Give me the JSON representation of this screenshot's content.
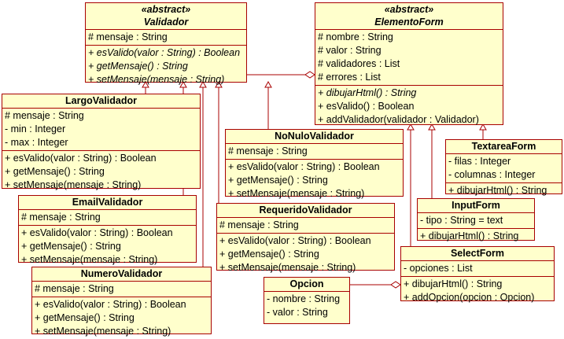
{
  "classes": {
    "validador": {
      "stereotype": "«abstract»",
      "name": "Validador",
      "attributes": [
        "# mensaje : String"
      ],
      "operations": [
        "+ esValido(valor : String) : Boolean",
        "+ getMensaje() : String",
        "+ setMensaje(mensaje : String)"
      ]
    },
    "elementoForm": {
      "stereotype": "«abstract»",
      "name": "ElementoForm",
      "attributes": [
        "# nombre : String",
        "# valor : String",
        "# validadores : List",
        "# errores : List"
      ],
      "operations": [
        "+ dibujarHtml() : String",
        "+ esValido() : Boolean",
        "+ addValidador(validador : Validador)"
      ]
    },
    "largo": {
      "name": "LargoValidador",
      "attributes": [
        "# mensaje : String",
        "- min : Integer",
        "- max : Integer"
      ],
      "operations": [
        "+ esValido(valor : String) : Boolean",
        "+ getMensaje() : String",
        "+ setMensaje(mensaje : String)"
      ]
    },
    "email": {
      "name": "EmailValidador",
      "attributes": [
        "# mensaje : String"
      ],
      "operations": [
        "+ esValido(valor : String) : Boolean",
        "+ getMensaje() : String",
        "+ setMensaje(mensaje : String)"
      ]
    },
    "numero": {
      "name": "NumeroValidador",
      "attributes": [
        "# mensaje : String"
      ],
      "operations": [
        "+ esValido(valor : String) : Boolean",
        "+ getMensaje() : String",
        "+ setMensaje(mensaje : String)"
      ]
    },
    "nonulo": {
      "name": "NoNuloValidador",
      "attributes": [
        "# mensaje : String"
      ],
      "operations": [
        "+ esValido(valor : String) : Boolean",
        "+ getMensaje() : String",
        "+ setMensaje(mensaje : String)"
      ]
    },
    "requerido": {
      "name": "RequeridoValidador",
      "attributes": [
        "# mensaje : String"
      ],
      "operations": [
        "+ esValido(valor : String) : Boolean",
        "+ getMensaje() : String",
        "+ setMensaje(mensaje : String)"
      ]
    },
    "textarea": {
      "name": "TextareaForm",
      "attributes": [
        "- filas : Integer",
        "- columnas : Integer"
      ],
      "operations": [
        "+ dibujarHtml() : String"
      ]
    },
    "input": {
      "name": "InputForm",
      "attributes": [
        "- tipo : String = text"
      ],
      "operations": [
        "+ dibujarHtml() : String"
      ]
    },
    "select": {
      "name": "SelectForm",
      "attributes": [
        "- opciones : List"
      ],
      "operations": [
        "+ dibujarHtml() : String",
        "+ addOpcion(opcion : Opcion)"
      ]
    },
    "opcion": {
      "name": "Opcion",
      "attributes": [
        "- nombre : String",
        "- valor : String"
      ]
    }
  },
  "colors": {
    "border": "#a80000",
    "fill": "#ffffcc"
  }
}
